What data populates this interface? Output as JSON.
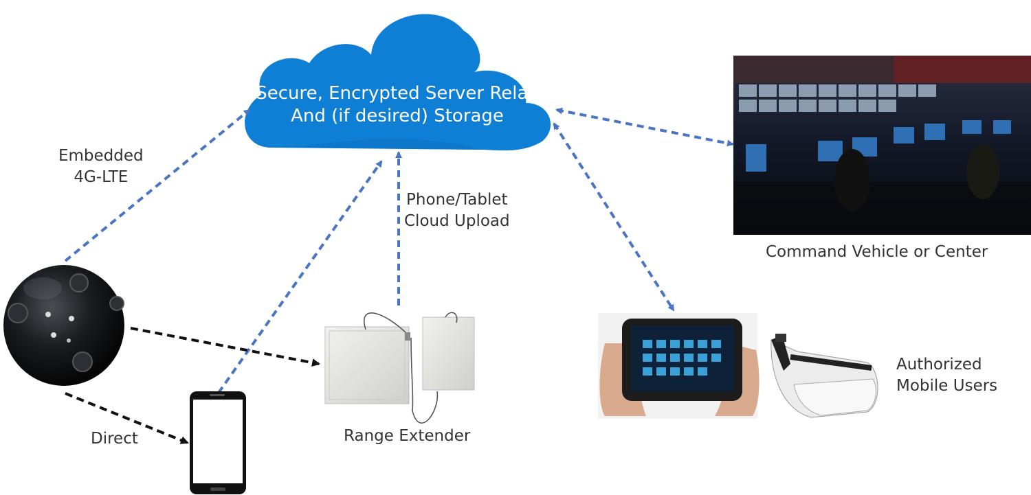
{
  "cloud": {
    "line1": "Secure, Encrypted Server Relay",
    "line2": "And (if desired) Storage"
  },
  "labels": {
    "embedded_line1": "Embedded",
    "embedded_line2": "4G-LTE",
    "phone_tablet_line1": "Phone/Tablet",
    "phone_tablet_line2": "Cloud Upload",
    "command": "Command Vehicle or Center",
    "authorized_line1": "Authorized",
    "authorized_line2": "Mobile Users",
    "direct": "Direct",
    "range_extender": "Range Extender"
  },
  "colors": {
    "cloud": "#0f7fd6",
    "blue_arrow": "#4a74c4",
    "black_arrow": "#111111",
    "text": "#333333"
  },
  "icons": [
    "cloud-icon",
    "camera-sphere-icon",
    "smartphone-icon",
    "range-extender-icon",
    "control-room-photo",
    "tablet-icon",
    "vr-headset-icon"
  ]
}
